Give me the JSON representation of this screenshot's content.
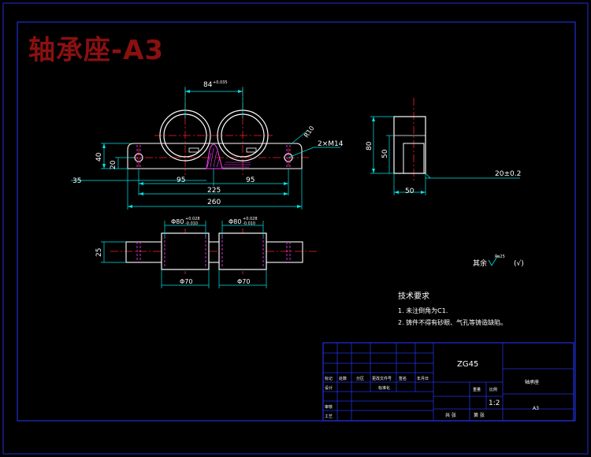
{
  "title_banner": "轴承座-A3",
  "colors": {
    "background": "#000000",
    "frame": "#1e2fd0",
    "outline": "#ffffff",
    "centerline": "#ff2020",
    "dimension": "#00e5e5",
    "hatch": "#ff40ff",
    "table": "#2030e0",
    "title": "#8a1010"
  },
  "dimensions": {
    "d84": "84",
    "d84_tol": "+0.035",
    "d40": "40",
    "d20": "20",
    "d35": "35",
    "d95_left": "95",
    "d95_right": "95",
    "d225": "225",
    "d260": "260",
    "hole_note": "2×M14",
    "r10": "R10",
    "d80": "80",
    "d50_v": "50",
    "d50_h": "50",
    "d20_tol": "20±0.2",
    "phi80_left": "Φ80",
    "phi80_left_tol_upper": "+0.028",
    "phi80_left_tol_lower": "-0.010",
    "phi80_right": "Φ80",
    "phi80_right_tol_upper": "+0.028",
    "phi80_right_tol_lower": "-0.010",
    "d25": "25",
    "phi70_left": "Φ70",
    "phi70_right": "Φ70",
    "roughness_label": "其余",
    "roughness_value": "Ra25"
  },
  "tech_requirements": {
    "heading": "技术要求",
    "items": [
      "1. 未注倒角为C1.",
      "2. 铸件不得有砂眼、气孔等铸造缺陷。"
    ]
  },
  "title_block": {
    "material": "ZG45",
    "scale": "1:2",
    "part_name": "轴承座",
    "drawing_no": "A3",
    "header_cells": [
      "标记",
      "处数",
      "分区",
      "更改文件号",
      "签名",
      "年月日"
    ],
    "row_design": "设计",
    "row_standard": "标准化",
    "row_review": "审核",
    "row_process": "工艺",
    "weight_label": "重量",
    "scale_label": "比例",
    "sheet_total": "共 张",
    "sheet_no": "第 张"
  }
}
